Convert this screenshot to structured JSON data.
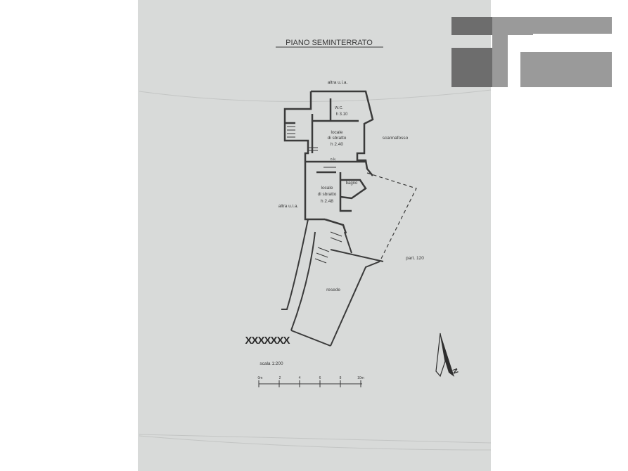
{
  "plan": {
    "title": "PIANO SEMINTERRATO",
    "labels": {
      "altra_uia_top": "altra u.i.a.",
      "wc": "W.C.",
      "h_wc": "h 3.10",
      "room1_line1": "locale",
      "room1_line2": "di sbratto",
      "room1_h": "h 2.40",
      "scannafosso": "scannafosso",
      "ok": "o.k.",
      "bagno": "bagno",
      "room2_line1": "locale",
      "room2_line2": "di sbratto",
      "room2_h": "h 2.48",
      "altra_uia_left": "altra u.i.a.",
      "part": "part. 120",
      "resede": "resede",
      "redacted": "XXXXXXX",
      "scale": "scala 1:200",
      "scale_ticks": [
        "0m",
        "2",
        "4",
        "6",
        "8",
        "10m"
      ],
      "north": "N"
    }
  },
  "logo": {
    "color_dark": "#6d6d6d",
    "color_light": "#9a9a9a"
  },
  "colors": {
    "paper": "#d8dad9",
    "ink": "#3a3a3a"
  }
}
